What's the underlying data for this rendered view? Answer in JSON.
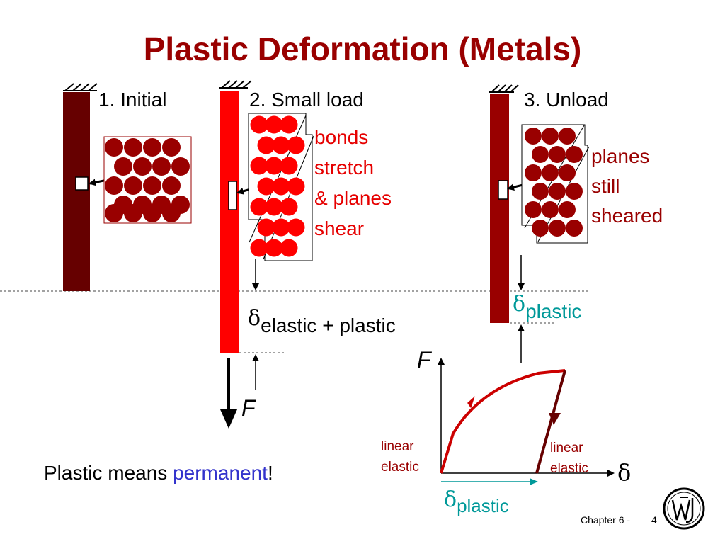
{
  "title": "Plastic Deformation (Metals)",
  "stages": {
    "initial": "1. Initial",
    "small_load": "2. Small load",
    "unload": "3. Unload"
  },
  "small_load_note": [
    "bonds",
    "stretch",
    "& planes",
    "shear"
  ],
  "unload_note": [
    "planes",
    "still",
    "sheared"
  ],
  "delta": "δ",
  "delta_elastic_plastic_sub": "elastic + plastic",
  "delta_plastic_sub": "plastic",
  "force_label": "F",
  "graph": {
    "y_axis_label": "F",
    "x_axis_label": "δ",
    "linear_elastic_left": [
      "linear",
      "elastic"
    ],
    "linear_elastic_right": [
      "linear",
      "elastic"
    ],
    "delta_plastic_sub": "plastic"
  },
  "caption": {
    "before": "Plastic means ",
    "highlight": "permanent",
    "after": "!"
  },
  "footer": {
    "chapter": "Chapter 6 -",
    "page": "4"
  },
  "colors": {
    "title": "#990000",
    "dark_bar": "#660000",
    "bright_red": "#ff0000",
    "dark_red": "#990000",
    "teal": "#009999",
    "blue": "#3333cc"
  }
}
